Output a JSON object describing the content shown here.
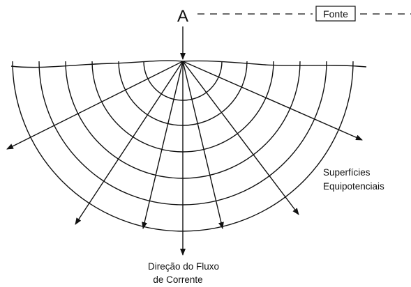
{
  "labels": {
    "point": "A",
    "source": "Fonte",
    "equipotential_line1": "Superfícies",
    "equipotential_line2": "Equipotenciais",
    "current_line1": "Direção do Fluxo",
    "current_line2": "de Corrente"
  },
  "colors": {
    "stroke": "#111111",
    "background": "#ffffff"
  },
  "equipotential_surface_count": 6,
  "current_flow_direction_count": 7,
  "icons": {
    "injection": "down-arrow-icon",
    "flow": "arrowhead-icon"
  }
}
